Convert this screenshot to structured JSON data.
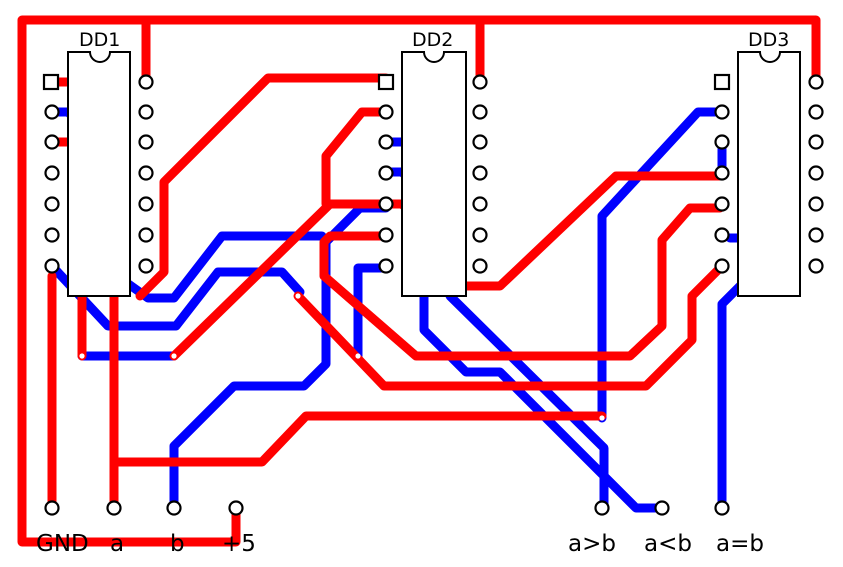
{
  "chips": [
    {
      "id": "dd1",
      "label": "DD1"
    },
    {
      "id": "dd2",
      "label": "DD2"
    },
    {
      "id": "dd3",
      "label": "DD3"
    }
  ],
  "terminals": {
    "gnd": "GND",
    "a": "a",
    "b": "b",
    "vcc": "+5",
    "gt": "a>b",
    "lt": "a<b",
    "eq": "a=b"
  },
  "colors": {
    "top_trace": "#ff0000",
    "bottom_trace": "#0000ff",
    "outline": "#000000",
    "background": "#ffffff"
  }
}
